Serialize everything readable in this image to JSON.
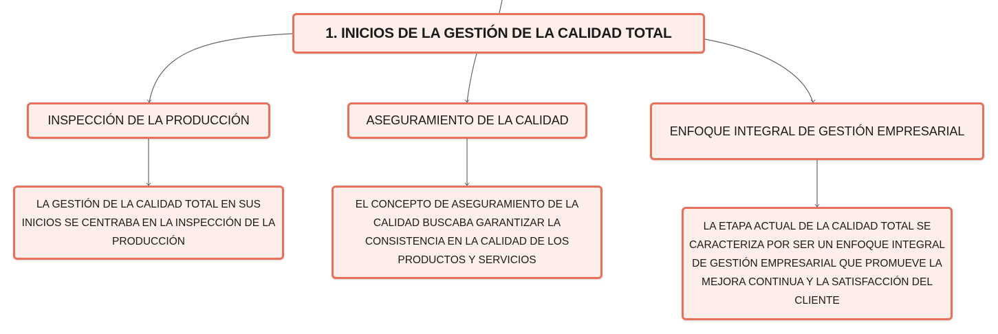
{
  "colors": {
    "node_fill": "#fdeee9",
    "node_border": "#e8715c",
    "connector": "#666666",
    "text": "#1a1a1a"
  },
  "root": {
    "label": "1. INICIOS DE LA GESTIÓN DE LA CALIDAD TOTAL"
  },
  "branches": [
    {
      "label": "INSPECCIÓN DE LA PRODUCCIÓN",
      "detail": "LA GESTIÓN DE LA CALIDAD TOTAL EN SUS INICIOS SE CENTRABA EN LA INSPECCIÓN DE LA PRODUCCIÓN"
    },
    {
      "label": "ASEGURAMIENTO DE LA CALIDAD",
      "detail": "EL CONCEPTO DE ASEGURAMIENTO DE LA CALIDAD BUSCABA GARANTIZAR LA CONSISTENCIA EN LA CALIDAD DE LOS PRODUCTOS Y SERVICIOS"
    },
    {
      "label": "ENFOQUE INTEGRAL DE GESTIÓN EMPRESARIAL",
      "detail": "LA ETAPA ACTUAL DE LA CALIDAD TOTAL SE CARACTERIZA POR SER UN ENFOQUE INTEGRAL DE GESTIÓN EMPRESARIAL QUE PROMUEVE LA MEJORA CONTINUA Y LA SATISFACCIÓN DEL CLIENTE"
    }
  ]
}
